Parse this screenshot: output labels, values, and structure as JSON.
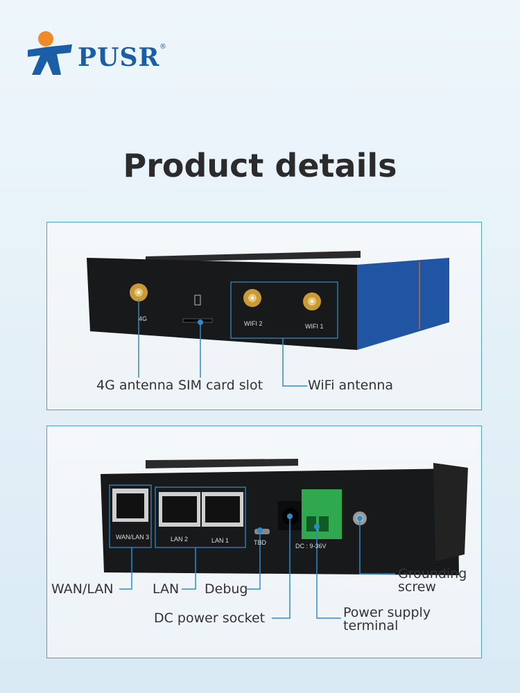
{
  "brand": {
    "name": "PUSR",
    "registered": "®"
  },
  "title": "Product details",
  "panel_top": {
    "device_labels": {
      "antenna_4g": "4G",
      "wifi2": "WIFI 2",
      "wifi1": "WIFI 1"
    },
    "callouts": {
      "antenna_4g": "4G antenna",
      "sim": "SIM card slot",
      "wifi": "WiFi antenna"
    }
  },
  "panel_bottom": {
    "device_labels": {
      "wan": "WAN/LAN 3",
      "lan2": "LAN 2",
      "lan1": "LAN 1",
      "tbd": "TBD",
      "dc": "DC : 9-36V"
    },
    "callouts": {
      "wan": "WAN/LAN",
      "lan": "LAN",
      "debug": "Debug",
      "dc_socket": "DC power socket",
      "terminal_1": "Power supply",
      "terminal_2": "terminal",
      "ground_1": "Grounding",
      "ground_2": "screw"
    }
  },
  "colors": {
    "accent": "#2e8bc9",
    "brand": "#1a5ea8",
    "logo_head": "#f08a24"
  }
}
